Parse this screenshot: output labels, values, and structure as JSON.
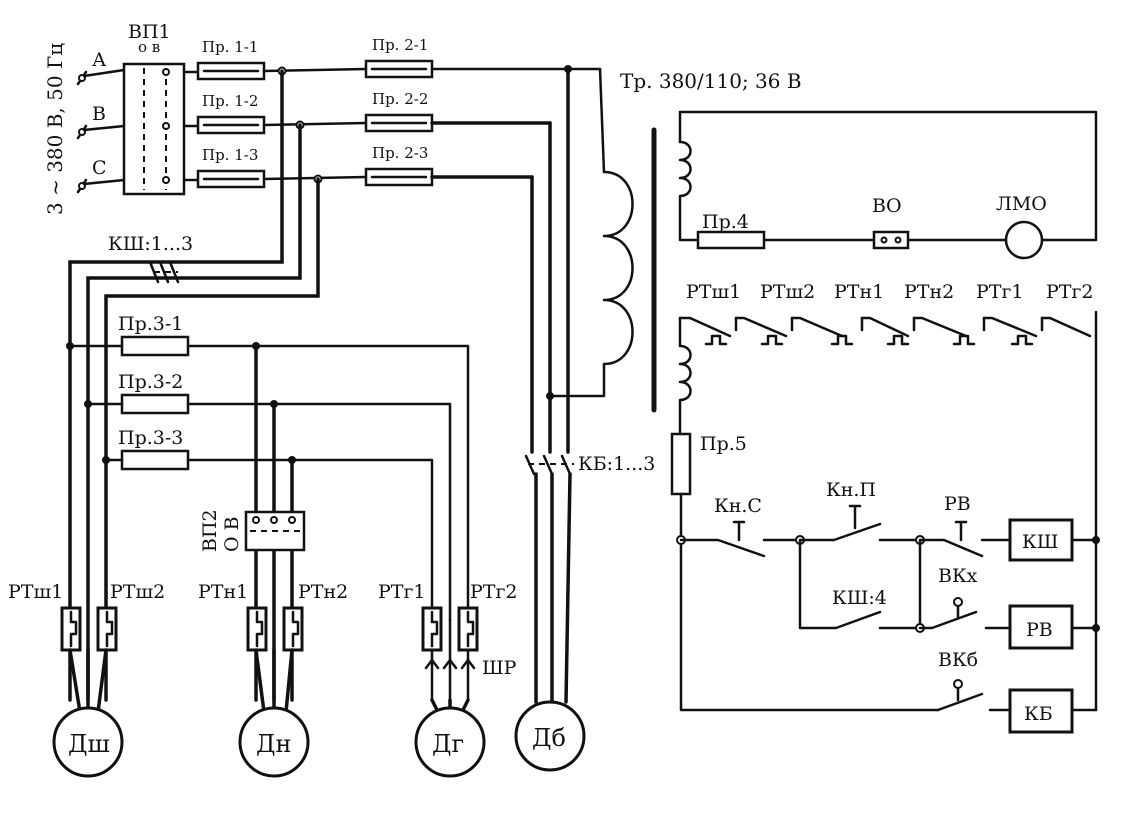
{
  "supply": {
    "label": "3 ~ 380 В, 50 Гц",
    "phase_a": "А",
    "phase_b": "В",
    "phase_c": "С"
  },
  "switches": {
    "vp1": "ВП1",
    "vp1_pos": "о  в",
    "vp2": "ВП2",
    "vp2_pos": "О В"
  },
  "fuses": {
    "f1_1": "Пр. 1-1",
    "f1_2": "Пр. 1-2",
    "f1_3": "Пр. 1-3",
    "f2_1": "Пр. 2-1",
    "f2_2": "Пр. 2-2",
    "f2_3": "Пр. 2-3",
    "f3_1": "Пр.3-1",
    "f3_2": "Пр.3-2",
    "f3_3": "Пр.3-3",
    "f4": "Пр.4",
    "f5": "Пр.5"
  },
  "transformer": {
    "label": "Тр. 380/110; 36 В"
  },
  "contactors": {
    "ksh_main": "КШ:1...3",
    "kb_main": "КБ:1...3",
    "ksh_aux": "КШ:4"
  },
  "lamp_circuit": {
    "switch": "ВО",
    "lamp": "ЛМО"
  },
  "relay_contacts": [
    "РТш1",
    "РТш2",
    "РТн1",
    "РТн2",
    "РТг1",
    "РТг2"
  ],
  "control": {
    "start_button": "Кн.С",
    "stop_button": "Кн.П",
    "time_relay_contact": "РВ",
    "limit_switch_x": "ВКх",
    "limit_switch_b": "ВКб",
    "coil_ksh": "КШ",
    "coil_rv": "РВ",
    "coil_kb": "КБ"
  },
  "thermal_relays": {
    "spindle_1": "РТш1",
    "spindle_2": "РТш2",
    "pump_1": "РТн1",
    "pump_2": "РТн2",
    "hydro_1": "РТг1",
    "hydro_2": "РТг2"
  },
  "plug": "ШР",
  "motors": {
    "spindle": "Дш",
    "pump": "Дн",
    "hydraulic": "Дг",
    "fast_travel": "Дб"
  }
}
